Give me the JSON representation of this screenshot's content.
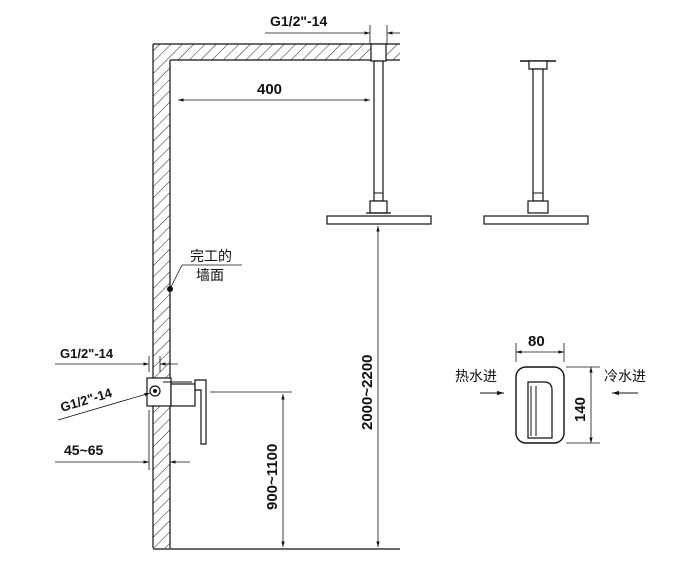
{
  "labels": {
    "thread_top": "G1/2\"-14",
    "dim_arm_length": "400",
    "note_wall_line1": "完工的",
    "note_wall_line2": "墙面",
    "thread_mixer_1": "G1/2\"-14",
    "thread_mixer_2": "G1/2\"-14",
    "dim_wall_depth": "45~65",
    "dim_mixer_height": "900~1100",
    "dim_head_height": "2000~2200",
    "dim_plate_width": "80",
    "dim_plate_height": "140",
    "hot_inlet": "热水进",
    "cold_inlet": "冷水进"
  }
}
